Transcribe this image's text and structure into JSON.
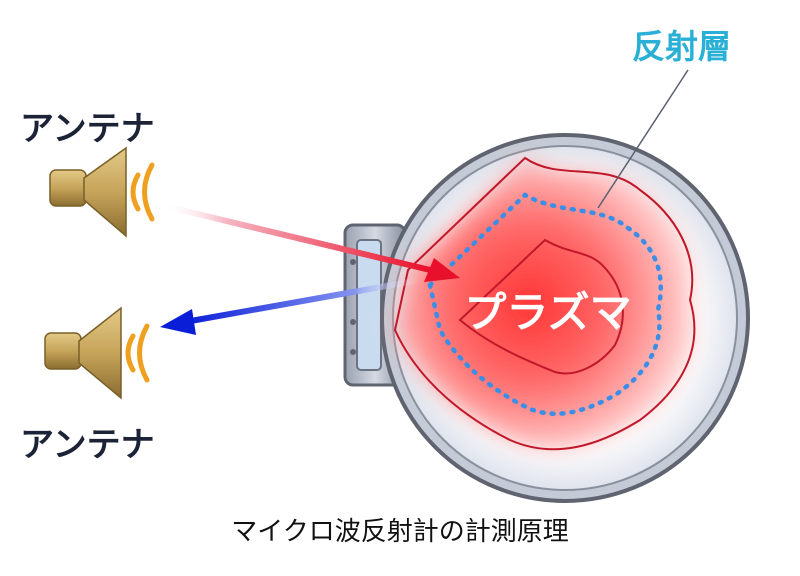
{
  "labels": {
    "antenna_top": "アンテナ",
    "antenna_bottom": "アンテナ",
    "reflection_layer": "反射層",
    "plasma": "プラズマ"
  },
  "caption": "マイクロ波反射計の計測原理",
  "colors": {
    "antenna_text": "#1c2336",
    "layer_label": "#2ab0d6",
    "plasma_core": "#ff2a2a",
    "incident_arrow": "#e8102a",
    "reflected_arrow": "#0a1ed8",
    "horn_gold": "#c6a45a",
    "wave_orange": "#f0a020",
    "chamber_gray": "#5f6470",
    "reflection_dots": "#3a8ee6"
  },
  "icons": {
    "antenna_top": "horn-antenna-icon",
    "antenna_bottom": "horn-antenna-icon"
  }
}
